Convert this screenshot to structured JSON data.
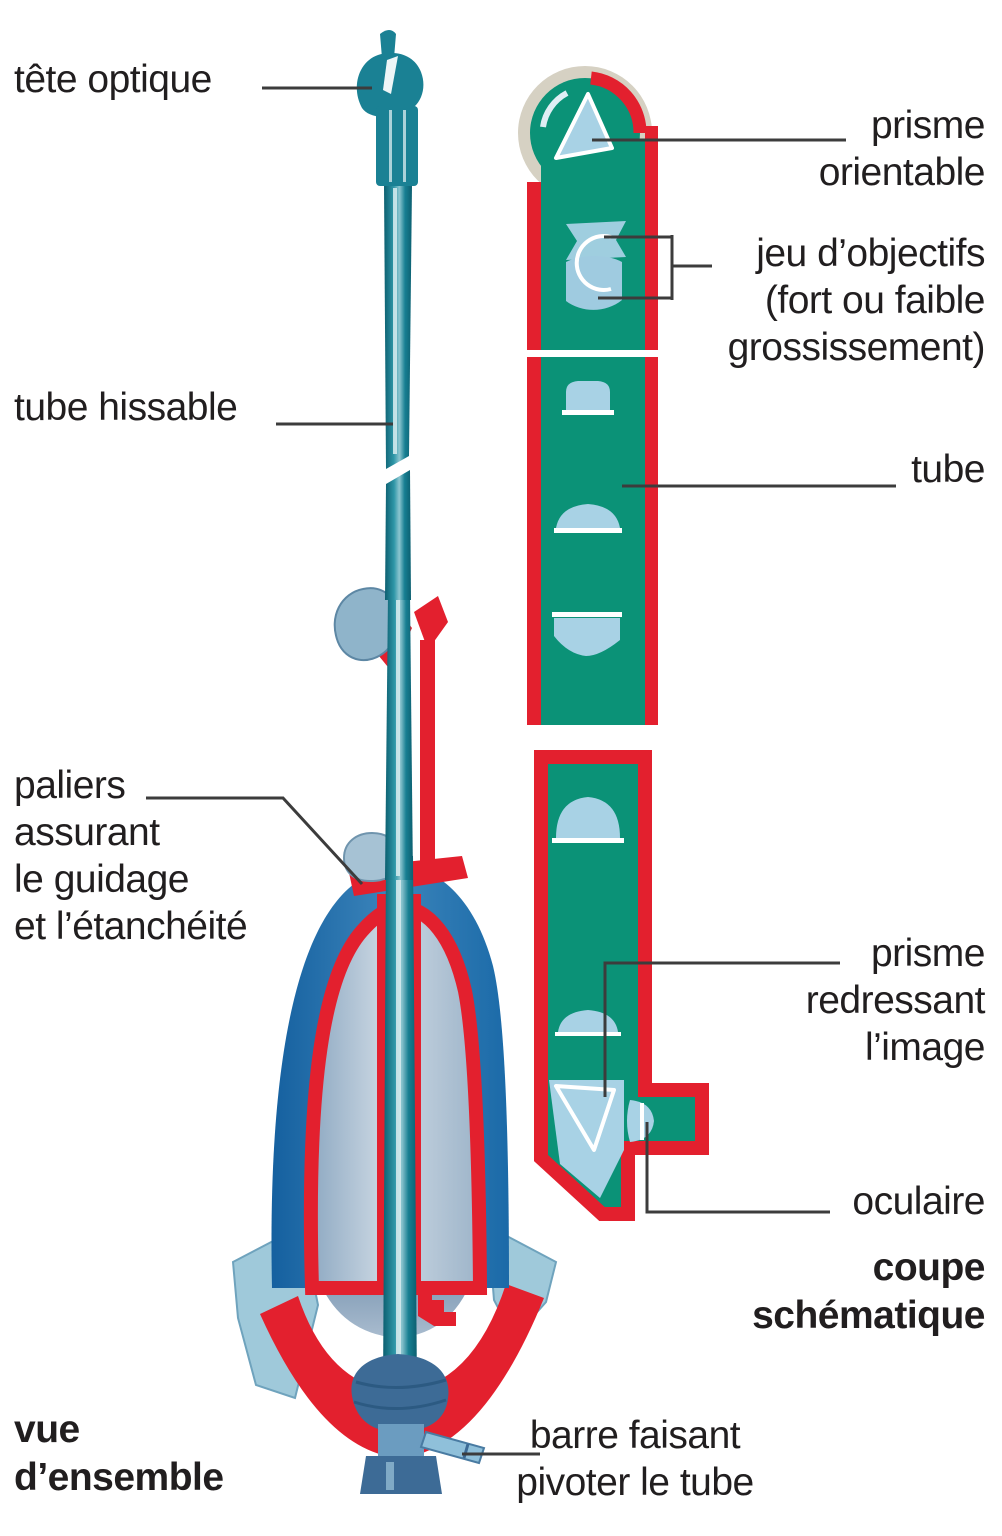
{
  "labels": {
    "tete_optique": "tête optique",
    "prisme_orientable": "prisme\norientable",
    "jeu_objectifs": "jeu d’objectifs\n(fort ou faible\ngrossissement)",
    "tube_hissable": "tube hissable",
    "tube": "tube",
    "paliers": "paliers\nassurant\nle guidage\net l’étanchéité",
    "prisme_redressant": "prisme\nredressant\nl’image",
    "oculaire": "oculaire",
    "coupe_schematique": "coupe\nschématique",
    "vue_ensemble": "vue\nd’ensemble",
    "barre_pivoter": "barre faisant\npivoter le tube"
  },
  "colors": {
    "green": "#0b9277",
    "red": "#e3202e",
    "lens_blue": "#a8d2e5",
    "tube_teal": "#1a8194",
    "body_blue": "#2f7cb0",
    "arc_grey": "#d6d1c3",
    "text": "#211e1f",
    "leader_line": "#3c3c3c"
  }
}
